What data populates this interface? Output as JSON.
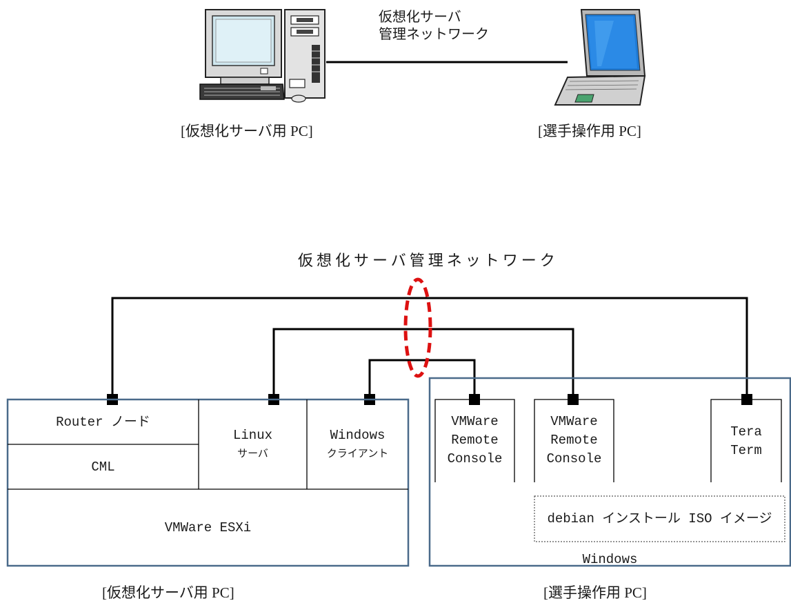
{
  "top": {
    "network_label_line1": "仮想化サーバ",
    "network_label_line2": "管理ネットワーク",
    "server_pc_caption": "[仮想化サーバ用 PC]",
    "player_pc_caption": "[選手操作用 PC]"
  },
  "bottom": {
    "network_label": "仮想化サーバ管理ネットワーク",
    "server_pc": {
      "router_node": "Router ノード",
      "cml": "CML",
      "linux_line1": "Linux",
      "linux_line2": "サーバ",
      "windows_line1": "Windows",
      "windows_line2": "クライアント",
      "esxi": "VMWare ESXi",
      "caption": "[仮想化サーバ用 PC]"
    },
    "player_pc": {
      "vmrc1": [
        "VMWare",
        "Remote",
        "Console"
      ],
      "vmrc2": [
        "VMWare",
        "Remote",
        "Console"
      ],
      "teraterm": [
        "Tera",
        "Term"
      ],
      "iso_image": "debian インストール ISO イメージ",
      "os": "Windows",
      "caption": "[選手操作用 PC]"
    }
  },
  "colors": {
    "box_border": "#4a6a8a",
    "line": "#000000",
    "highlight_ellipse": "#dd1111"
  },
  "icons": [
    "desktop-pc-icon",
    "laptop-pc-icon"
  ]
}
